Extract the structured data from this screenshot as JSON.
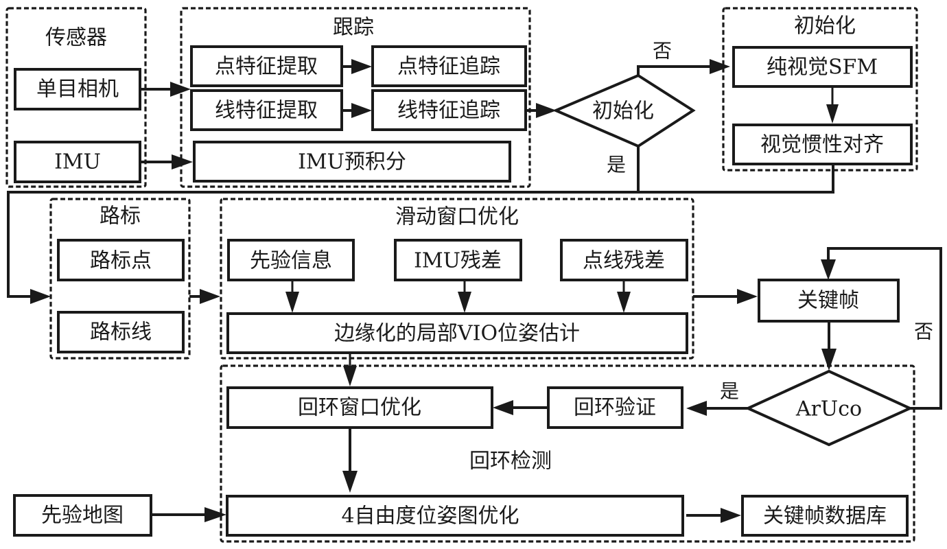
{
  "groups": {
    "sensors": {
      "title": "传感器"
    },
    "tracking": {
      "title": "跟踪"
    },
    "init": {
      "title": "初始化"
    },
    "landmarks": {
      "title": "路标"
    },
    "sliding_window": {
      "title": "滑动窗口优化"
    },
    "loop_detection": {
      "title": "回环检测"
    }
  },
  "nodes": {
    "mono_camera": "单目相机",
    "imu": "IMU",
    "point_feature_extract": "点特征提取",
    "point_feature_track": "点特征追踪",
    "line_feature_extract": "线特征提取",
    "line_feature_track": "线特征追踪",
    "imu_preintegration": "IMU预积分",
    "init_decision": "初始化",
    "pure_vision_sfm": "纯视觉SFM",
    "visual_inertial_alignment": "视觉惯性对齐",
    "landmark_point": "路标点",
    "landmark_line": "路标线",
    "prior_info": "先验信息",
    "imu_residual": "IMU残差",
    "point_line_residual": "点线残差",
    "marginalized_vio": "边缘化的局部VIO位姿估计",
    "keyframe": "关键帧",
    "aruco_decision": "ArUco",
    "loop_verification": "回环验证",
    "loop_window_opt": "回环窗口优化",
    "prior_map": "先验地图",
    "pose_graph_4dof": "4自由度位姿图优化",
    "keyframe_database": "关键帧数据库"
  },
  "edge_labels": {
    "init_no": "否",
    "init_yes": "是",
    "aruco_yes": "是",
    "aruco_no": "否"
  }
}
